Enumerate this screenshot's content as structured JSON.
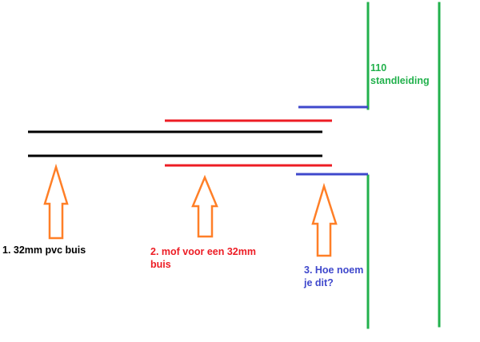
{
  "colors": {
    "pipe": "#000000",
    "sleeve": "#ed1c24",
    "reducer": "#3f48cc",
    "stack": "#22b14c",
    "arrow": "#ff7f27"
  },
  "labels": {
    "pipe": "1.  32mm pvc buis",
    "sleeve_line1": "2. mof voor een 32mm",
    "sleeve_line2": "buis",
    "reducer_line1": "3. Hoe noem",
    "reducer_line2": "je dit?",
    "stack_line1": "110",
    "stack_line2": "standleiding"
  }
}
